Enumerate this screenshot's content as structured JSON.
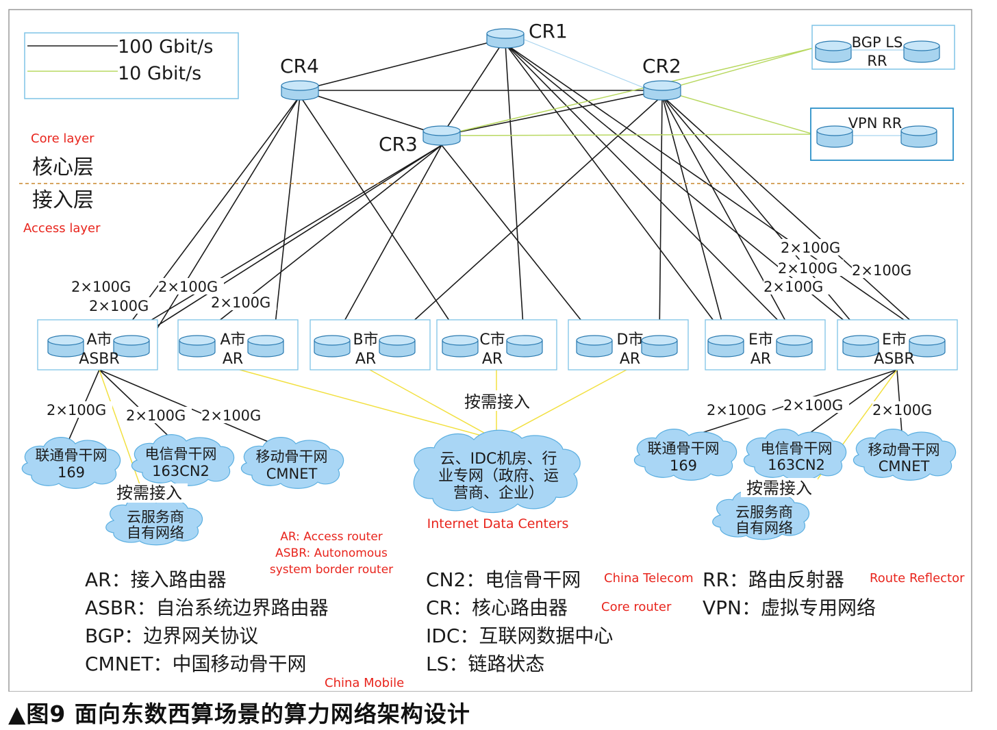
{
  "legend": {
    "items": [
      {
        "label": "100 Gbit/s",
        "color": "#1a1a1a"
      },
      {
        "label": "10 Gbit/s",
        "color": "#b8d860"
      }
    ]
  },
  "layers": {
    "core_en": "Core layer",
    "core_zh": "核心层",
    "access_zh": "接入层",
    "access_en": "Access layer"
  },
  "core_routers": {
    "cr1": "CR1",
    "cr2": "CR2",
    "cr3": "CR3",
    "cr4": "CR4"
  },
  "rr_boxes": {
    "bgp_line1": "BGP LS",
    "bgp_line2": "RR",
    "vpn": "VPN RR"
  },
  "access_nodes": [
    {
      "line1": "A市",
      "line2": "ASBR"
    },
    {
      "line1": "A市",
      "line2": "AR"
    },
    {
      "line1": "B市",
      "line2": "AR"
    },
    {
      "line1": "C市",
      "line2": "AR"
    },
    {
      "line1": "D市",
      "line2": "AR"
    },
    {
      "line1": "E市",
      "line2": "AR"
    },
    {
      "line1": "E市",
      "line2": "ASBR"
    }
  ],
  "link_labels": {
    "l1": "2×100G",
    "l2": "2×100G",
    "l3": "2×100G",
    "l4": "2×100G",
    "l5": "2×100G",
    "l6": "2×100G",
    "l7": "2×100G",
    "l8": "2×100G",
    "b1": "2×100G",
    "b2": "2×100G",
    "b3": "2×100G",
    "b4": "2×100G",
    "b5": "2×100G",
    "b6": "2×100G"
  },
  "on_demand": {
    "center": "按需接入",
    "left": "按需接入",
    "right": "按需接入"
  },
  "clouds": {
    "left_unicom": [
      "联通骨干网",
      "169"
    ],
    "left_telecom": [
      "电信骨干网",
      "163CN2"
    ],
    "left_mobile": [
      "移动骨干网",
      "CMNET"
    ],
    "left_csp": [
      "云服务商",
      "自有网络"
    ],
    "idc": [
      "云、IDC机房、行",
      "业专网（政府、运",
      "营商、企业）"
    ],
    "right_unicom": [
      "联通骨干网",
      "169"
    ],
    "right_telecom": [
      "电信骨干网",
      "163CN2"
    ],
    "right_mobile": [
      "移动骨干网",
      "CMNET"
    ],
    "right_csp": [
      "云服务商",
      "自有网络"
    ]
  },
  "idc_en": "Internet Data Centers",
  "abbr_en": [
    "AR: Access router",
    "ASBR: Autonomous",
    "system border router"
  ],
  "glossary": {
    "col1": [
      "AR：接入路由器",
      "ASBR：自治系统边界路由器",
      "BGP：边界网关协议",
      "CMNET：中国移动骨干网"
    ],
    "col2": [
      "CN2：电信骨干网",
      "CR：核心路由器",
      "IDC：互联网数据中心",
      "LS：链路状态"
    ],
    "col3": [
      "RR：路由反射器",
      "VPN：虚拟专用网络"
    ],
    "en_china_telecom": "China Telecom",
    "en_core_router": "Core router",
    "en_route_reflector": "Route Reflector",
    "en_china_mobile": "China Mobile"
  },
  "caption": "▲图9  面向东数西算场景的算力网络架构设计",
  "colors": {
    "line_black": "#1a1a1a",
    "line_green": "#b8d860",
    "line_yellow": "#f2e040",
    "router_fill": "#a8d4ef",
    "router_top": "#c8e6f8",
    "router_stroke": "#2a7ab0",
    "box_stroke": "#7ec3e6",
    "cloud_fill": "#a9d6f5",
    "cloud_stroke": "#5aaee0",
    "red": "#e8241c",
    "divider": "#c8862a"
  }
}
